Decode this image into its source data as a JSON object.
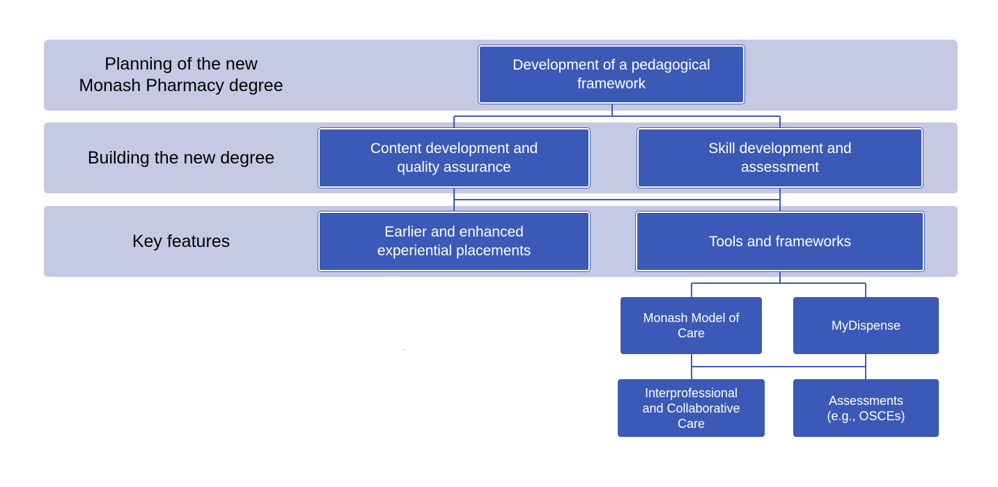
{
  "rows": [
    {
      "label": "Planning of the new\nMonash Pharmacy degree"
    },
    {
      "label": "Building the new degree"
    },
    {
      "label": "Key features"
    }
  ],
  "nodes": {
    "pedagogical_framework": "Development of a pedagogical\nframework",
    "content_development": "Content development and\nquality assurance",
    "skill_development": "Skill development and\nassessment",
    "placements": "Earlier and enhanced\nexperiential placements",
    "tools_frameworks": "Tools and frameworks",
    "monash_model": "Monash Model of\nCare",
    "mydispense": "MyDispense",
    "interprofessional": "Interprofessional\nand Collaborative\nCare",
    "assessments": "Assessments\n(e.g., OSCEs)"
  },
  "colors": {
    "band": "#c5c9e3",
    "node": "#3b59b6",
    "connector": "#3b59b6"
  }
}
